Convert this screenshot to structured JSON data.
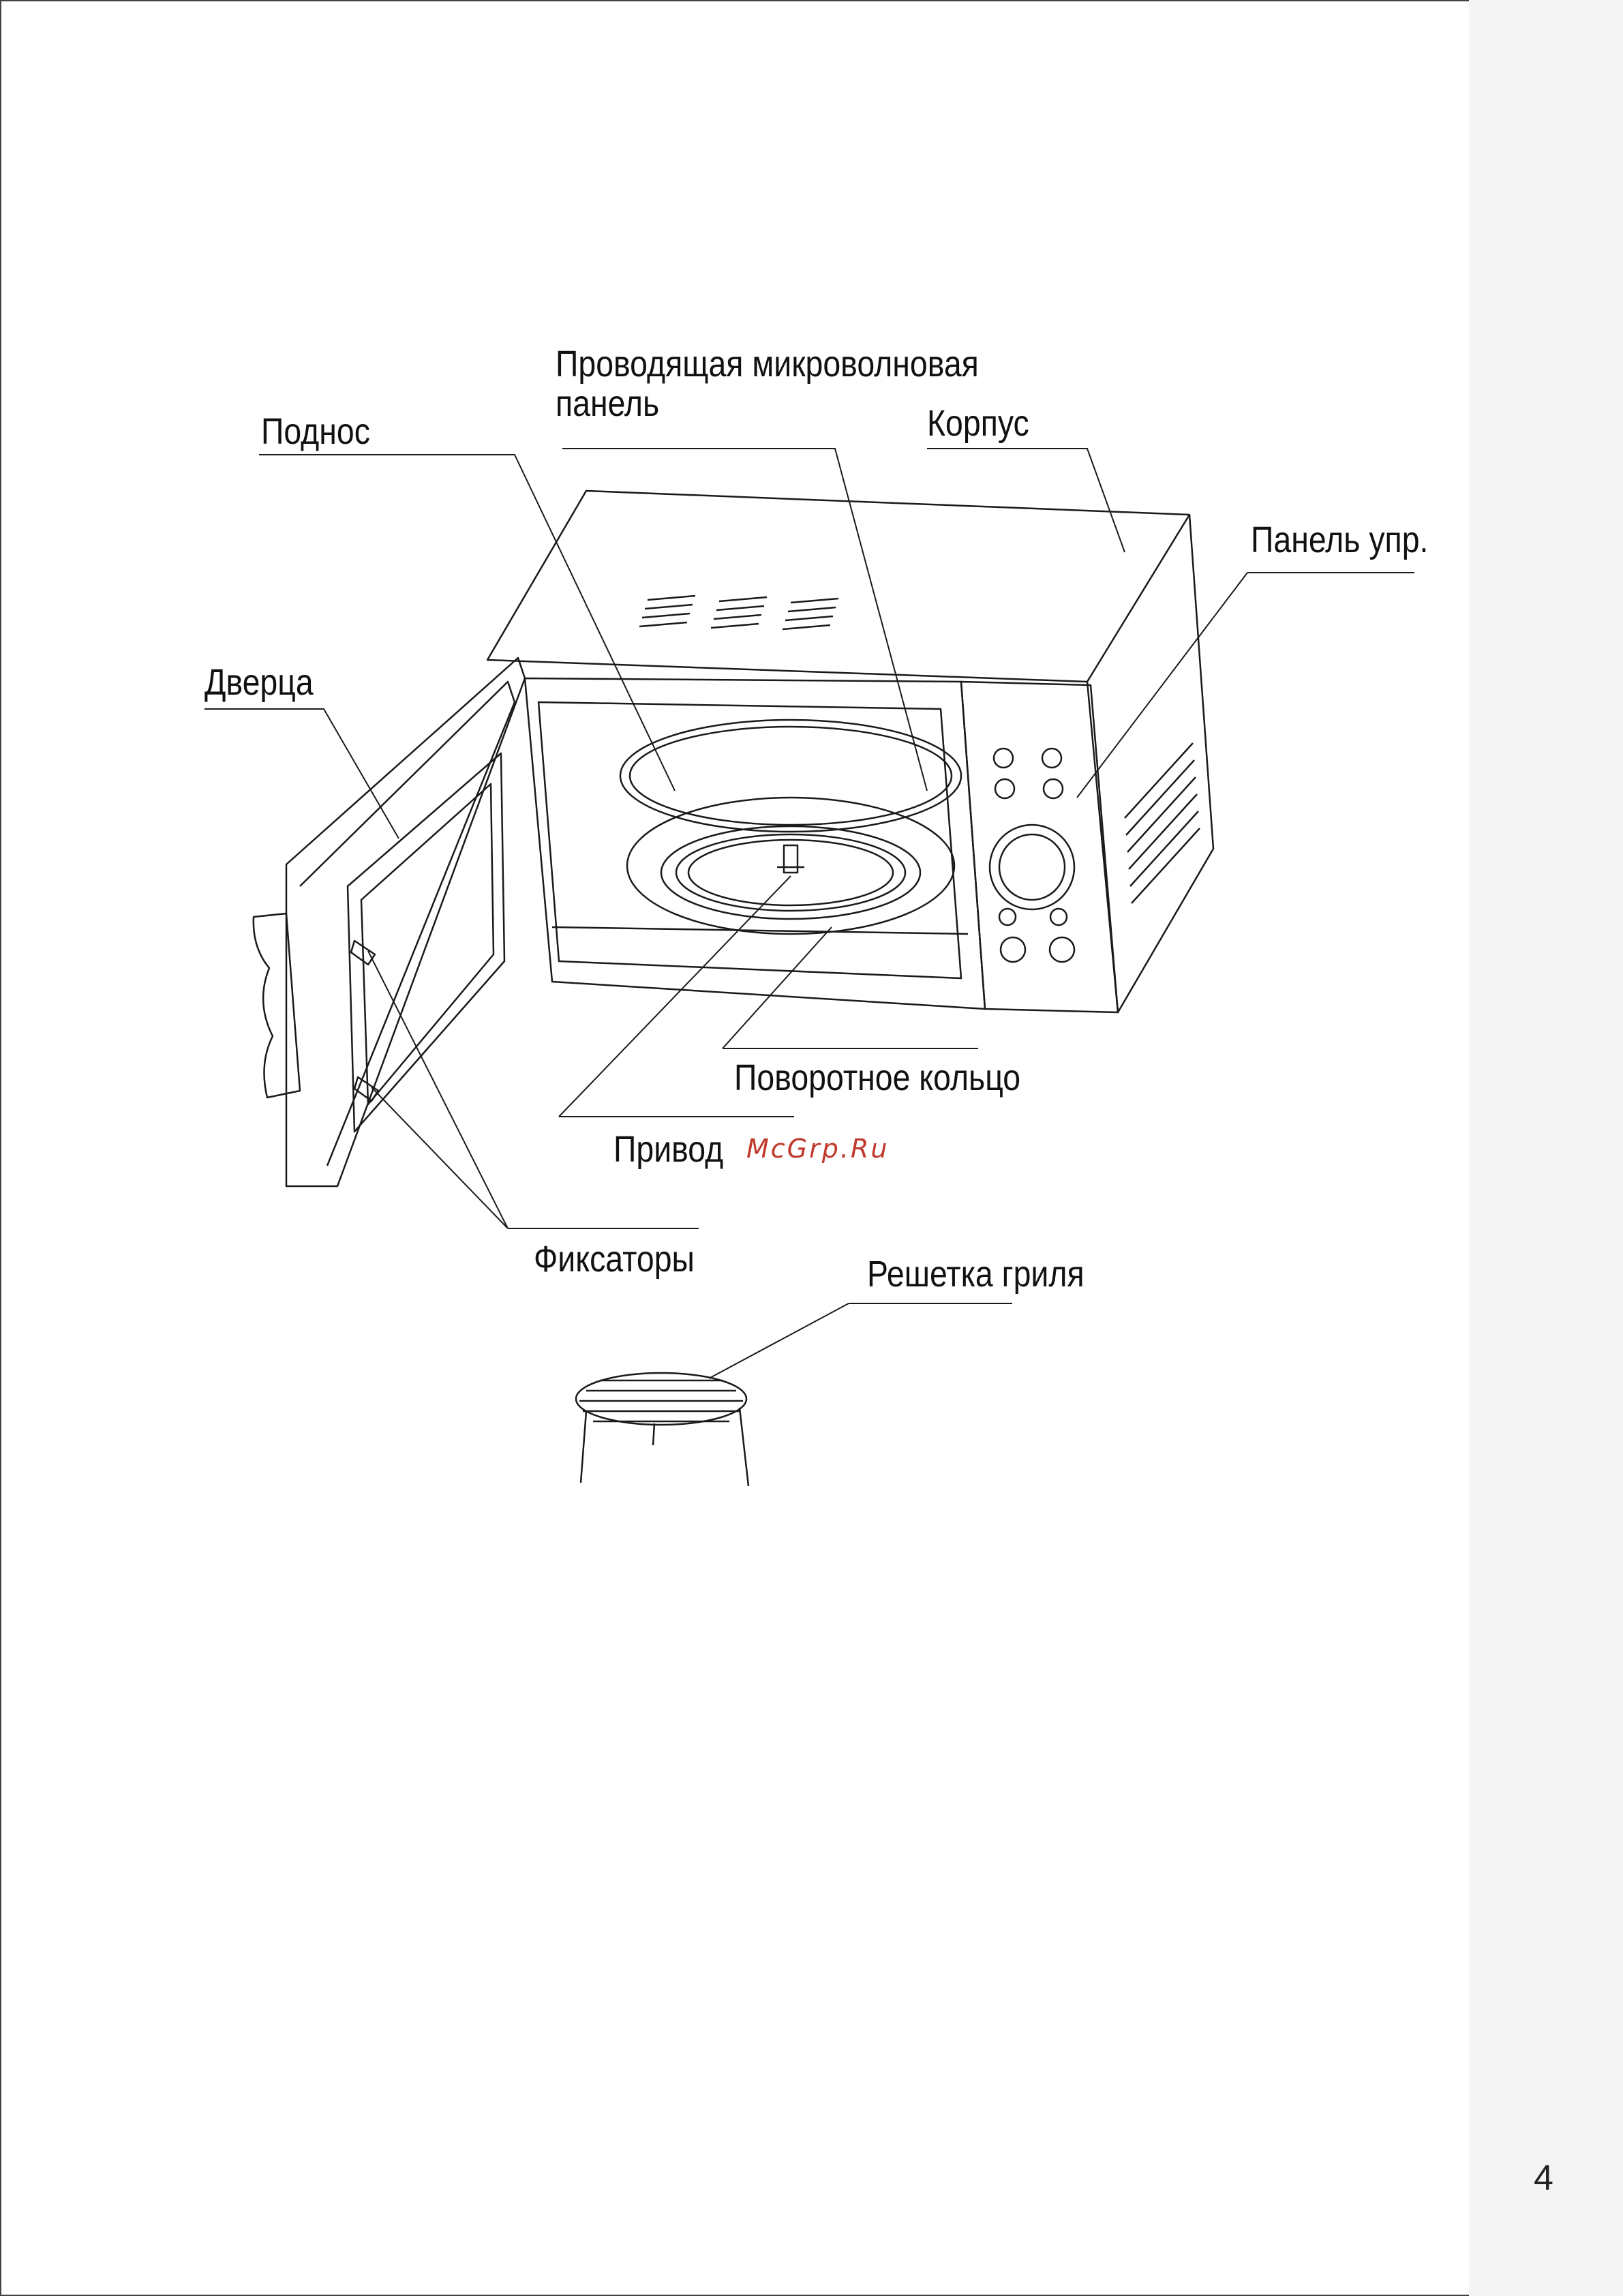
{
  "labels": {
    "conductive_panel": "Проводящая микроволновая панель",
    "tray": "Поднос",
    "body": "Корпус",
    "control_panel": "Панель упр.",
    "door": "Дверца",
    "turn_ring": "Поворотное кольцо",
    "drive": "Привод",
    "latches": "Фиксаторы",
    "grill_rack": "Решетка гриля"
  },
  "watermark": "McGrp.Ru",
  "page_number": "4",
  "colors": {
    "line": "#1a1a1a",
    "watermark": "#c0392b",
    "margin": "#f4f4f4"
  }
}
